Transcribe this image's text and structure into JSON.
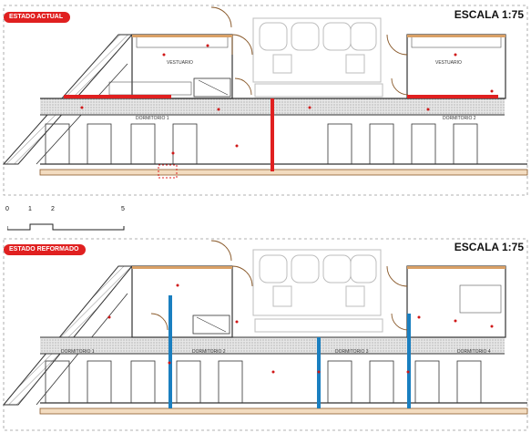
{
  "top_panel": {
    "badge": "ESTADO ACTUAL",
    "scale": "ESCALA 1:75",
    "rooms": [
      "VESTUARIO",
      "VESTUARIO",
      "DORMITORIO 1",
      "DORMITORIO 2"
    ]
  },
  "scale_bar": {
    "labels": [
      "0",
      "1",
      "2",
      "5"
    ]
  },
  "bottom_panel": {
    "badge": "ESTADO REFORMADO",
    "scale": "ESCALA 1:75",
    "rooms": [
      "DORMITORIO 1",
      "DORMITORIO 2",
      "DORMITORIO 3",
      "DORMITORIO 4"
    ]
  },
  "colors": {
    "wall": "#333333",
    "ghost": "#bdbdbd",
    "wood": "#d9a066",
    "demolition": "#e02020",
    "new_partition": "#1a7fc0",
    "corridor_hatch": "#c8c8c8",
    "tag": "#d01818"
  }
}
